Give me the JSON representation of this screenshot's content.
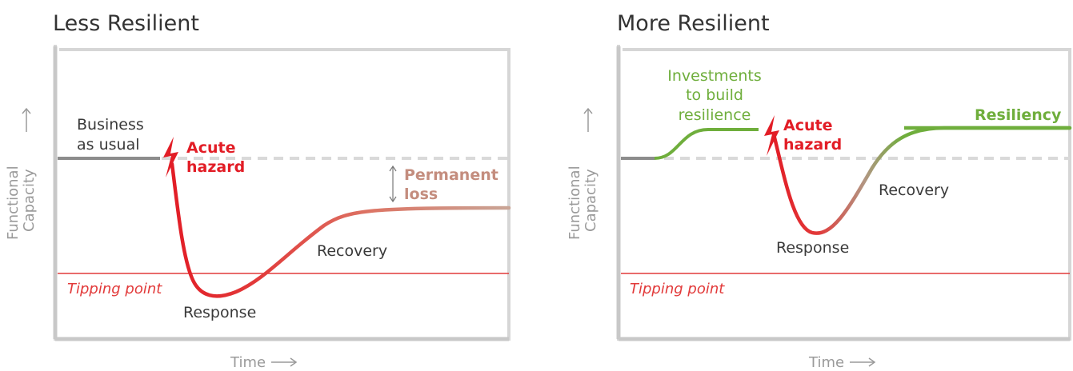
{
  "panels": [
    {
      "title": "Less Resilient",
      "y_axis_label_line1": "Functional",
      "y_axis_label_line2": "Capacity",
      "x_axis_label": "Time",
      "baseline_label_line1": "Business",
      "baseline_label_line2": "as usual",
      "hazard_label_line1": "Acute",
      "hazard_label_line2": "hazard",
      "loss_label_line1": "Permanent",
      "loss_label_line2": "loss",
      "response_label": "Response",
      "recovery_label": "Recovery",
      "tipping_label": "Tipping point"
    },
    {
      "title": "More Resilient",
      "y_axis_label_line1": "Functional",
      "y_axis_label_line2": "Capacity",
      "x_axis_label": "Time",
      "investment_label_line1": "Investments",
      "investment_label_line2": "to build",
      "investment_label_line3": "resilience",
      "hazard_label_line1": "Acute",
      "hazard_label_line2": "hazard",
      "resiliency_label": "Resiliency",
      "response_label": "Response",
      "recovery_label": "Recovery",
      "tipping_label": "Tipping point"
    }
  ],
  "colors": {
    "frame": "#d6d6d6",
    "baseline": "#8c8c8c",
    "dashed": "#d9d9d9",
    "hazard_red": "#e21d26",
    "tipping_red": "#e23a3a",
    "recovery_tan": "#c9a596",
    "investment_green": "#6fae3c"
  },
  "icons": [
    "lightning-bolt-icon",
    "arrow-right-icon",
    "arrow-up-icon",
    "double-arrow-vertical-icon"
  ]
}
